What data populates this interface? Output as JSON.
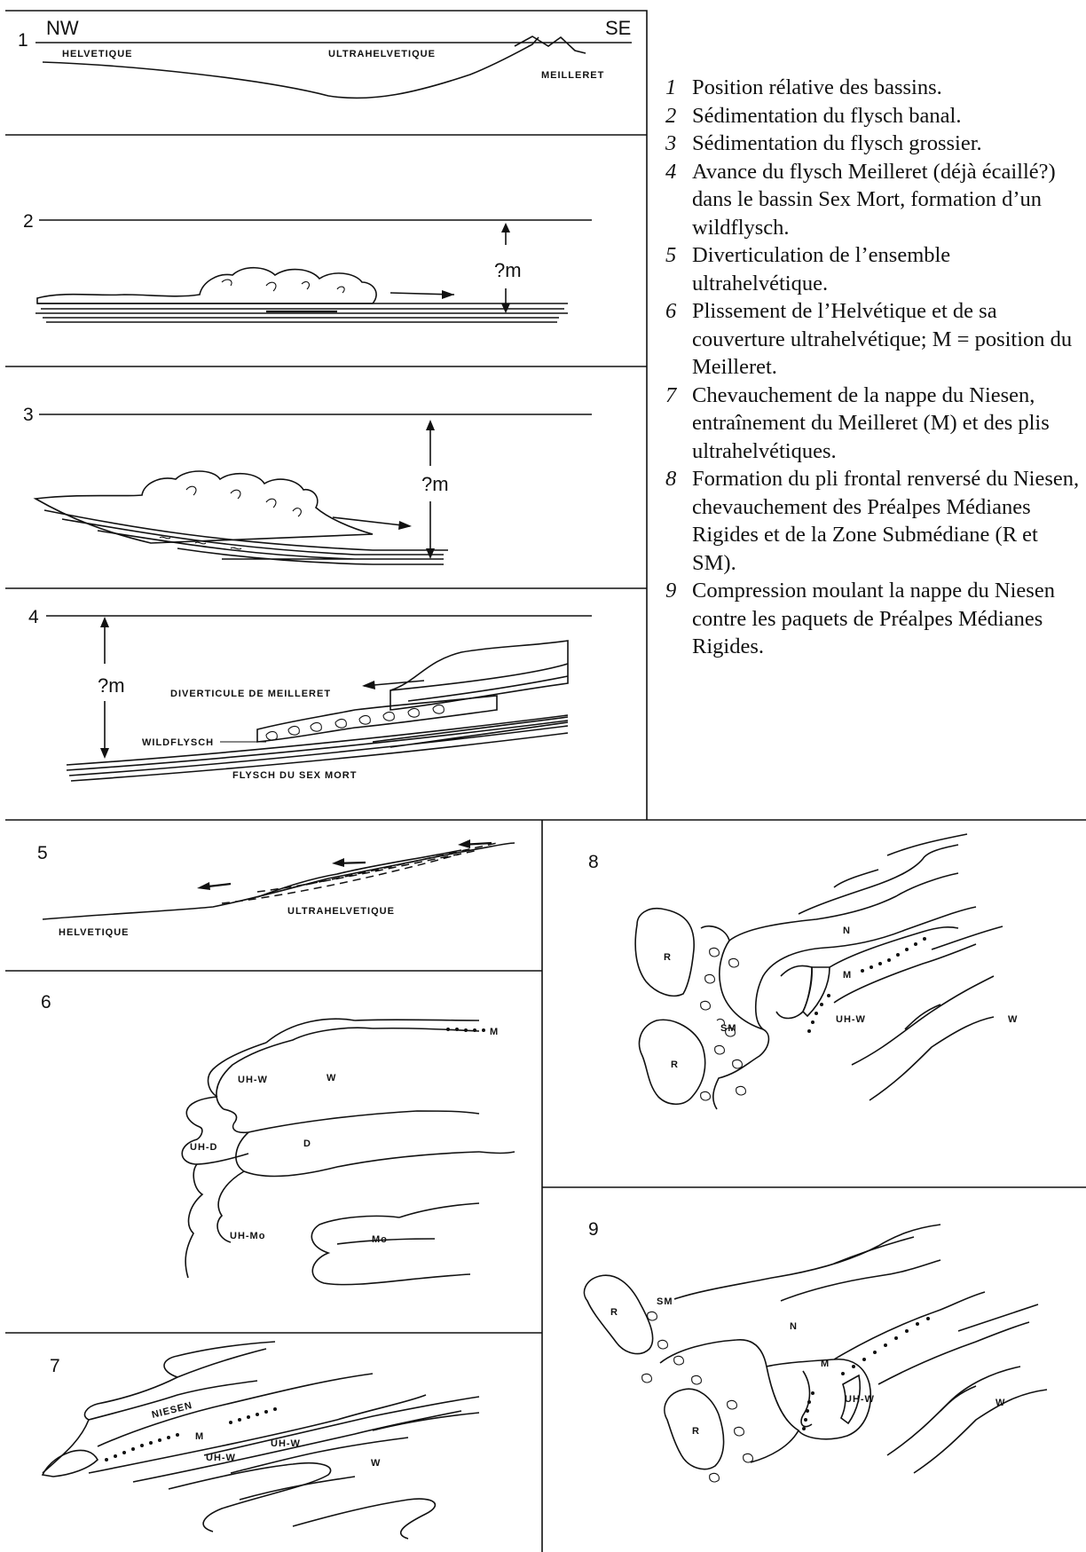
{
  "panels": {
    "p1": {
      "number": "1",
      "nw": "NW",
      "se": "SE",
      "helvetique": "HELVETIQUE",
      "ultrahelvetique": "ULTRAHELVETIQUE",
      "meilleret": "MEILLERET"
    },
    "p2": {
      "number": "2",
      "depth": "?m"
    },
    "p3": {
      "number": "3",
      "depth": "?m"
    },
    "p4": {
      "number": "4",
      "depth": "?m",
      "diverticule": "DIVERTICULE DE MEILLERET",
      "wildflysch": "WILDFLYSCH",
      "flysch": "FLYSCH DU SEX MORT"
    },
    "p5": {
      "number": "5",
      "ultrahelvetique": "ULTRAHELVETIQUE",
      "helvetique": "HELVETIQUE"
    },
    "p6": {
      "number": "6",
      "m": "M",
      "uhw": "UH-W",
      "w": "W",
      "uhd": "UH-D",
      "d": "D",
      "uhmo": "UH-Mo",
      "mo": "Mo"
    },
    "p7": {
      "number": "7",
      "niesen": "NIESEN",
      "m": "M",
      "uhw1": "UH-W",
      "uhw2": "UH-W",
      "w": "W"
    },
    "p8": {
      "number": "8",
      "r1": "R",
      "r2": "R",
      "sm": "SM",
      "n": "N",
      "m": "M",
      "uhw": "UH-W",
      "w": "W"
    },
    "p9": {
      "number": "9",
      "r1": "R",
      "r2": "R",
      "sm": "SM",
      "n": "N",
      "m": "M",
      "uhw": "UH-W",
      "w": "W"
    }
  },
  "legend": [
    {
      "num": "1",
      "text": "Position rélative des bassins."
    },
    {
      "num": "2",
      "text": "Sédimentation du flysch banal."
    },
    {
      "num": "3",
      "text": "Sédimentation du flysch grossier."
    },
    {
      "num": "4",
      "text": "Avance du flysch Meilleret (déjà écaillé?) dans le bassin Sex Mort, formation d’un wildflysch."
    },
    {
      "num": "5",
      "text": "Diverticulation de l’ensemble ultrahelvétique."
    },
    {
      "num": "6",
      "text": "Plissement de l’Helvétique et de sa couverture ultrahelvétique; M = position du Meilleret."
    },
    {
      "num": "7",
      "text": "Chevauchement de la nappe du Niesen, entraînement du Meilleret (M) et des plis ultrahelvétiques."
    },
    {
      "num": "8",
      "text": "Formation du pli frontal renversé du Niesen, chevauchement des Préalpes Médianes Rigides et de la Zone Submédiane (R et SM)."
    },
    {
      "num": "9",
      "text": "Compression moulant la nappe du Niesen contre les paquets de Préalpes Médianes Rigides."
    }
  ]
}
